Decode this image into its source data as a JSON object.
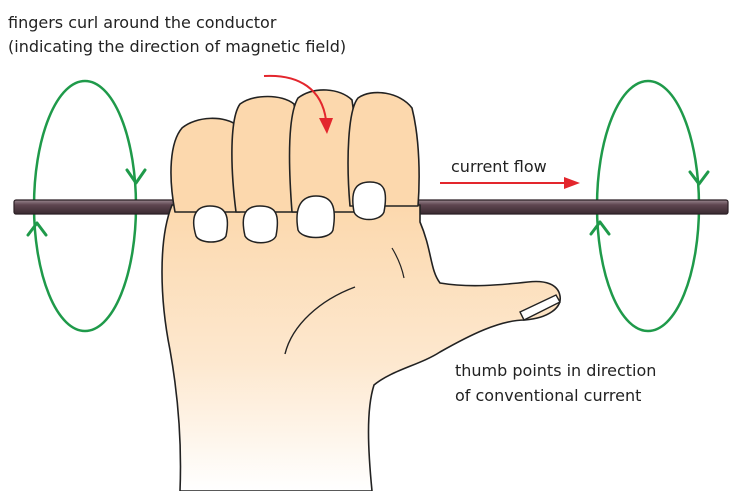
{
  "labels": {
    "fingers_line1": "fingers curl around the conductor",
    "fingers_line2": "(indicating the direction of magnetic field)",
    "current_flow": "current flow",
    "thumb_line1": "thumb points in direction",
    "thumb_line2": "of conventional current"
  },
  "colors": {
    "field_loop": "#1f9a4a",
    "direction_arrow": "#e3262d",
    "conductor": "#5e4650",
    "skin_top": "#fcd8ad",
    "skin_bottom": "#ffffff",
    "outline": "#222222"
  },
  "icons": {
    "left_loop": "magnetic-field-loop-icon",
    "right_loop": "magnetic-field-loop-icon",
    "hand": "right-hand-grip-icon"
  }
}
